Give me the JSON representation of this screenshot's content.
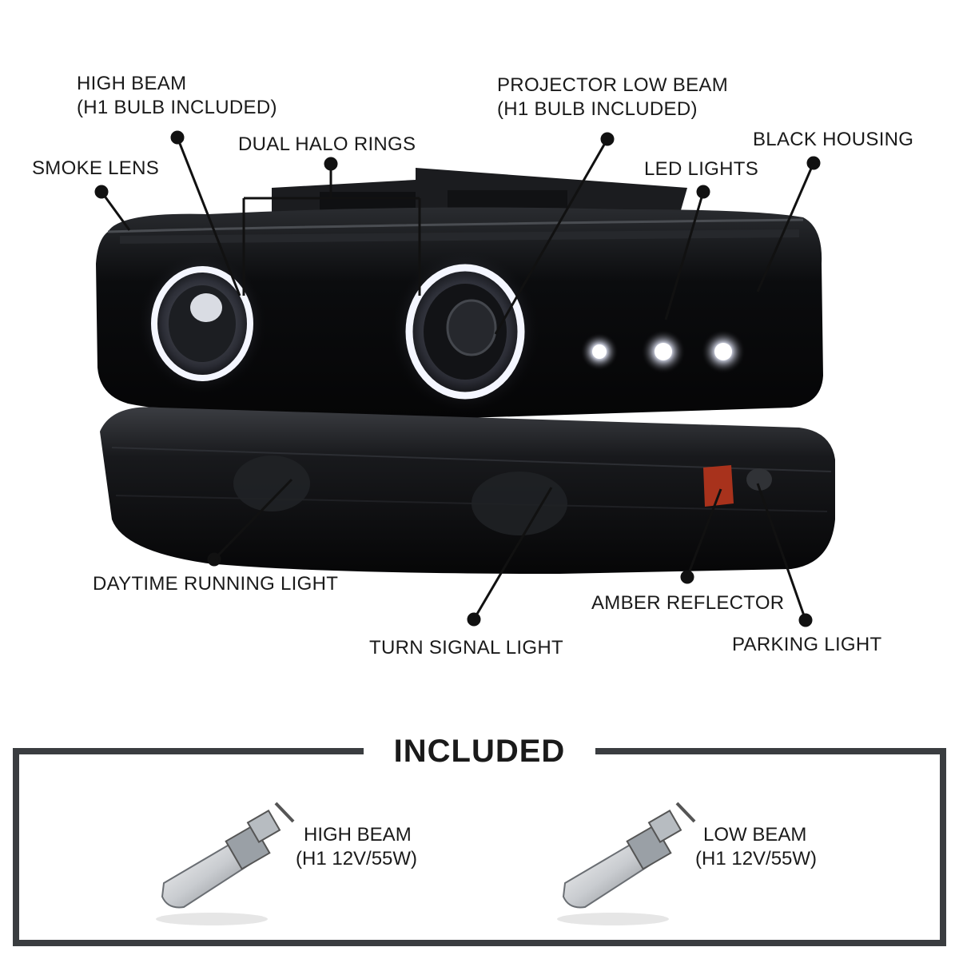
{
  "callouts": {
    "high_beam": [
      "HIGH BEAM",
      "(H1 BULB INCLUDED)"
    ],
    "projector_low_beam": [
      "PROJECTOR LOW BEAM",
      "(H1 BULB INCLUDED)"
    ],
    "dual_halo_rings": "DUAL HALO RINGS",
    "smoke_lens": "SMOKE LENS",
    "black_housing": "BLACK HOUSING",
    "led_lights": "LED LIGHTS",
    "daytime_running_light": "DAYTIME RUNNING LIGHT",
    "turn_signal_light": "TURN SIGNAL LIGHT",
    "amber_reflector": "AMBER REFLECTOR",
    "parking_light": "PARKING LIGHT"
  },
  "included": {
    "title": "INCLUDED",
    "bulbs": [
      {
        "name": "HIGH BEAM",
        "spec": "(H1 12V/55W)"
      },
      {
        "name": "LOW BEAM",
        "spec": "(H1 12V/55W)"
      }
    ]
  },
  "colors": {
    "frame": "#3a3d40",
    "housing": "#0c0d10",
    "amber": "#a8321c",
    "halo": "#f4f6ff"
  }
}
